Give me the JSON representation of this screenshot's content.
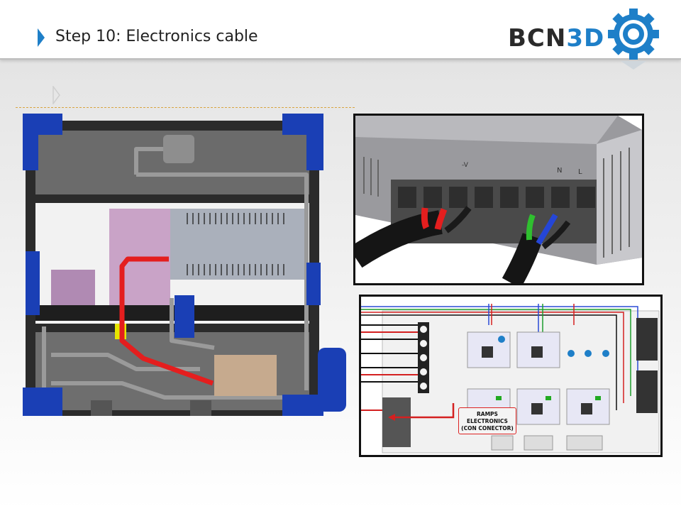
{
  "slide": {
    "title": "Step 10: Electronics cable"
  },
  "brand": {
    "logo_text_prefix": "BCN",
    "logo_text_suffix": "3D",
    "icon": "gear-icon"
  },
  "psu": {
    "terminal_labels": [
      "-V",
      "N",
      "L"
    ]
  },
  "ramps": {
    "label_line1": "RAMPS",
    "label_line2": "ELECTRONICS",
    "label_line3": "(CON CONECTOR)"
  },
  "colors": {
    "accent_blue": "#1e7fc8",
    "cable_red": "#e41e1e",
    "frame_blue": "#1a3fb5"
  }
}
